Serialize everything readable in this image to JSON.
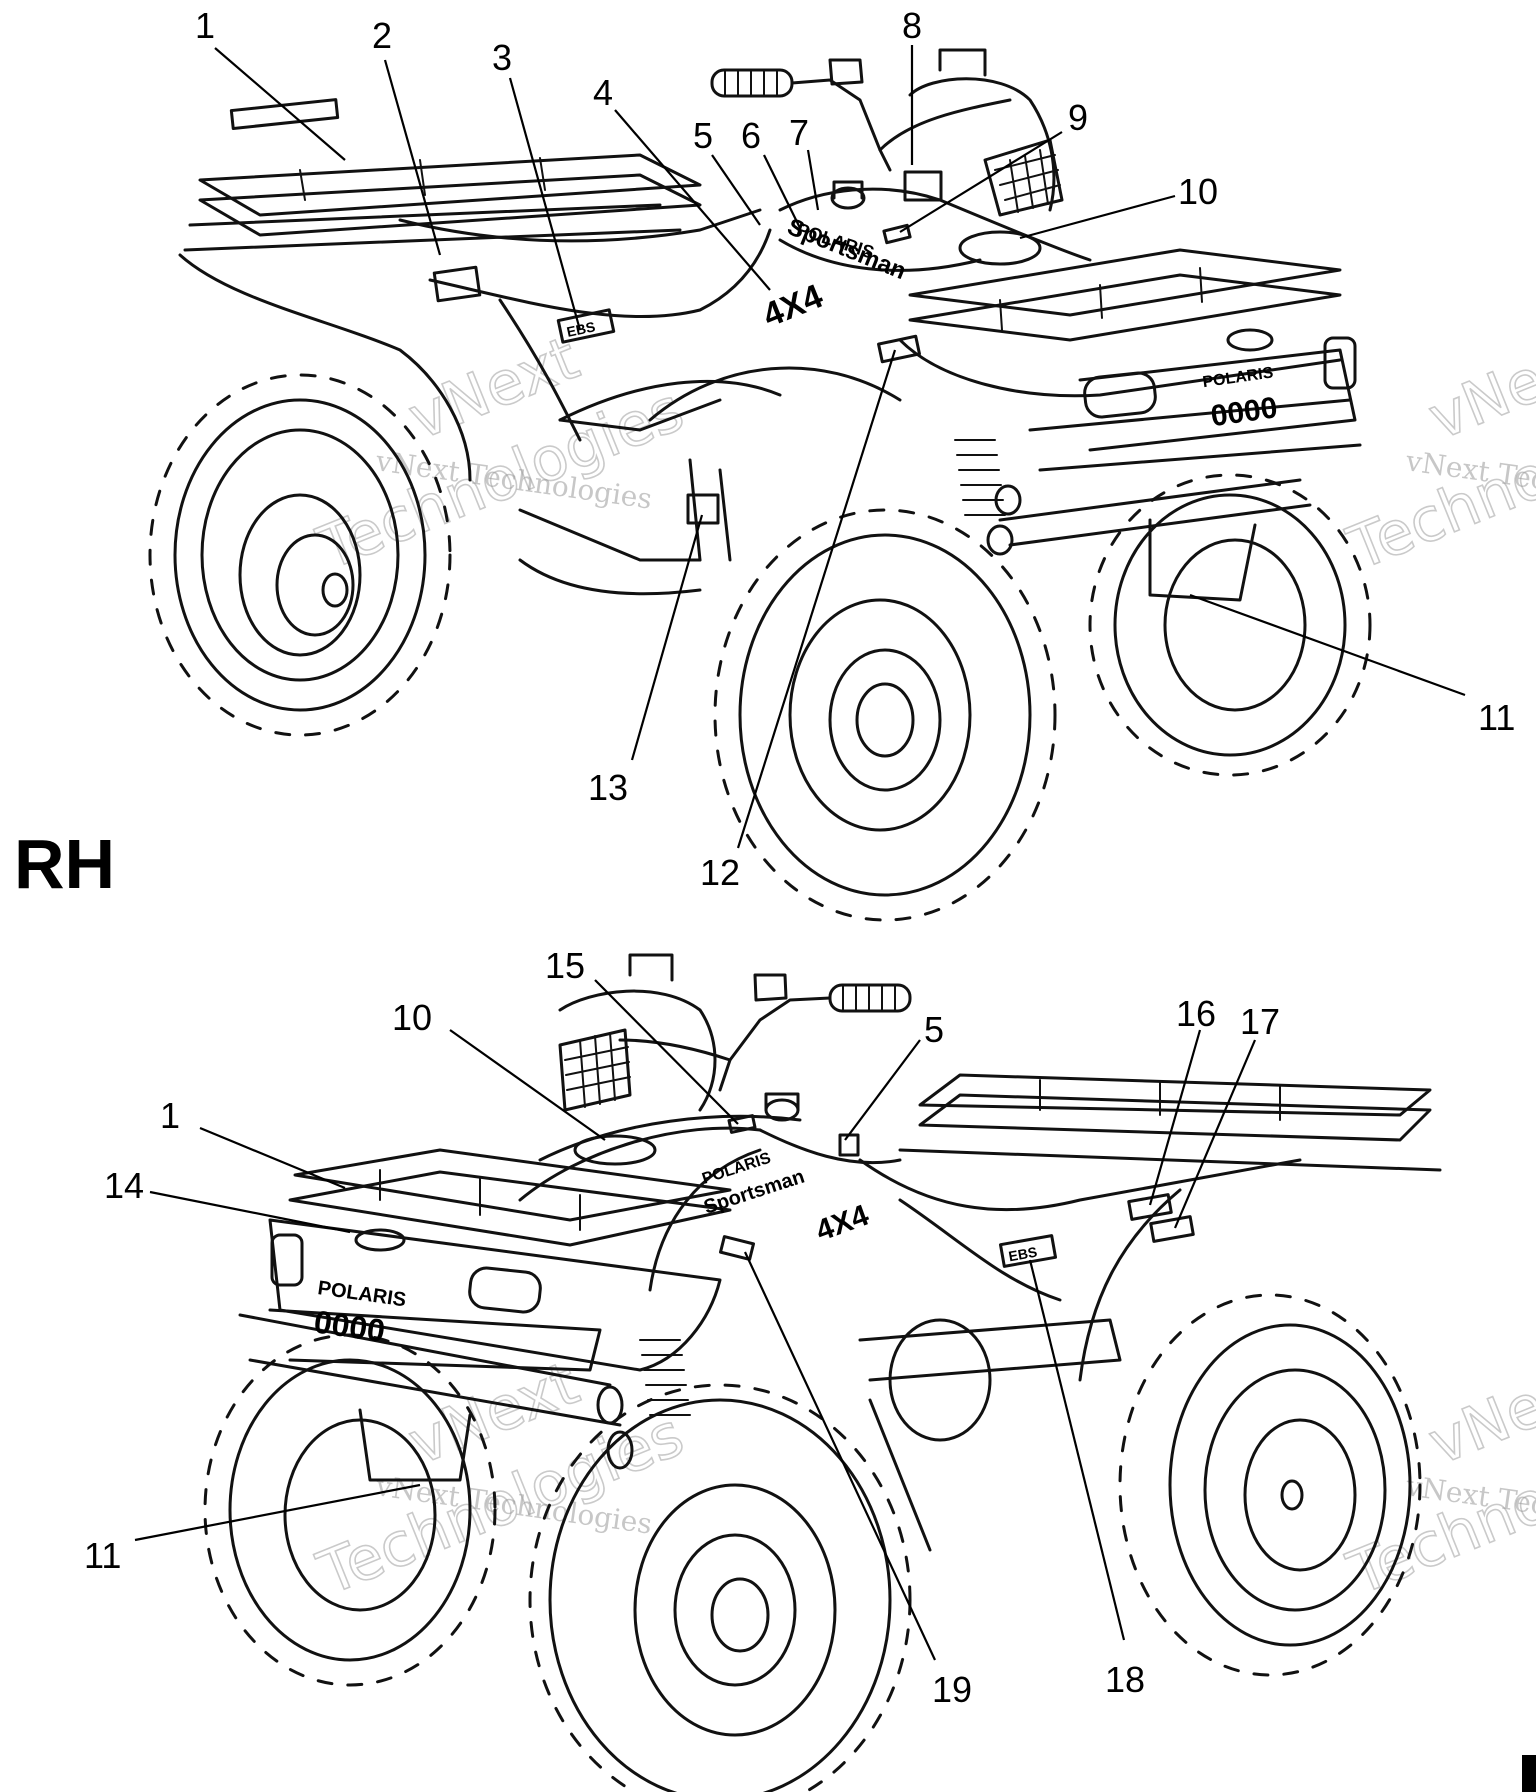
{
  "view_label": "RH",
  "watermark": {
    "line1": "vNext",
    "line2": "Technologies",
    "small": "vNext Technologies"
  },
  "decals": {
    "brand": "POLARIS",
    "model": "Sportsman",
    "drive": "4X4",
    "plate": "0000"
  },
  "callouts": {
    "top": [
      "1",
      "2",
      "3",
      "4",
      "5",
      "6",
      "7",
      "8",
      "9",
      "10",
      "11",
      "12",
      "13"
    ],
    "bottom": [
      "15",
      "10",
      "5",
      "1",
      "14",
      "16",
      "17",
      "11",
      "19",
      "18"
    ]
  }
}
